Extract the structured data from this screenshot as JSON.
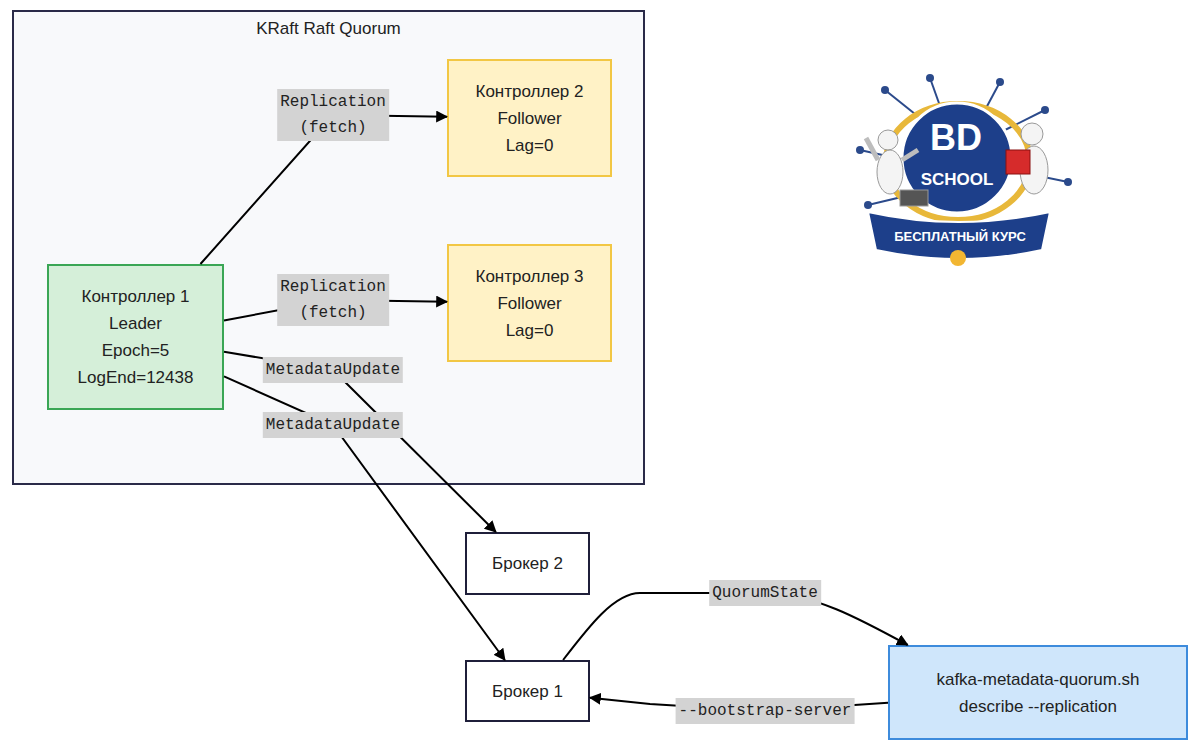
{
  "diagram": {
    "nodes": [
      {
        "text": [
          "KRaft Raft Quorum"
        ]
      },
      {
        "text": [
          "Контроллер 1 Leader Epoch=5 LogEnd=12438"
        ],
        "in": 0
      },
      {
        "text": [
          "Контроллер 2 Follower Lag=0"
        ],
        "in": 0
      },
      {
        "text": [
          "Контроллер 3 Follower Lag=0"
        ],
        "in": 0
      },
      {
        "text": [
          "Брокер 2"
        ]
      },
      {
        "text": [
          "Брокер 1"
        ]
      },
      {
        "text": [
          "kafka-metadata-quorum.sh describe --replication"
        ]
      }
    ],
    "edges": [
      {
        "from": 1,
        "to": 2,
        "arrow": "to",
        "label": "Replication (fetch)"
      },
      {
        "from": 1,
        "to": 3,
        "arrow": "to",
        "label": "Replication (fetch)"
      },
      {
        "from": 1,
        "to": 4,
        "arrow": "to",
        "label": "MetadataUpdate"
      },
      {
        "from": 1,
        "to": 5,
        "arrow": "to",
        "label": "MetadataUpdate"
      },
      {
        "from": 5,
        "to": 6,
        "arrow": "to",
        "label": "QuorumState"
      },
      {
        "from": 6,
        "to": 5,
        "arrow": "to",
        "label": "--bootstrap-server"
      }
    ],
    "labels": [
      "BD",
      "SCHOOL",
      "БЕСПЛАТНЫЙ КУРС"
    ]
  }
}
